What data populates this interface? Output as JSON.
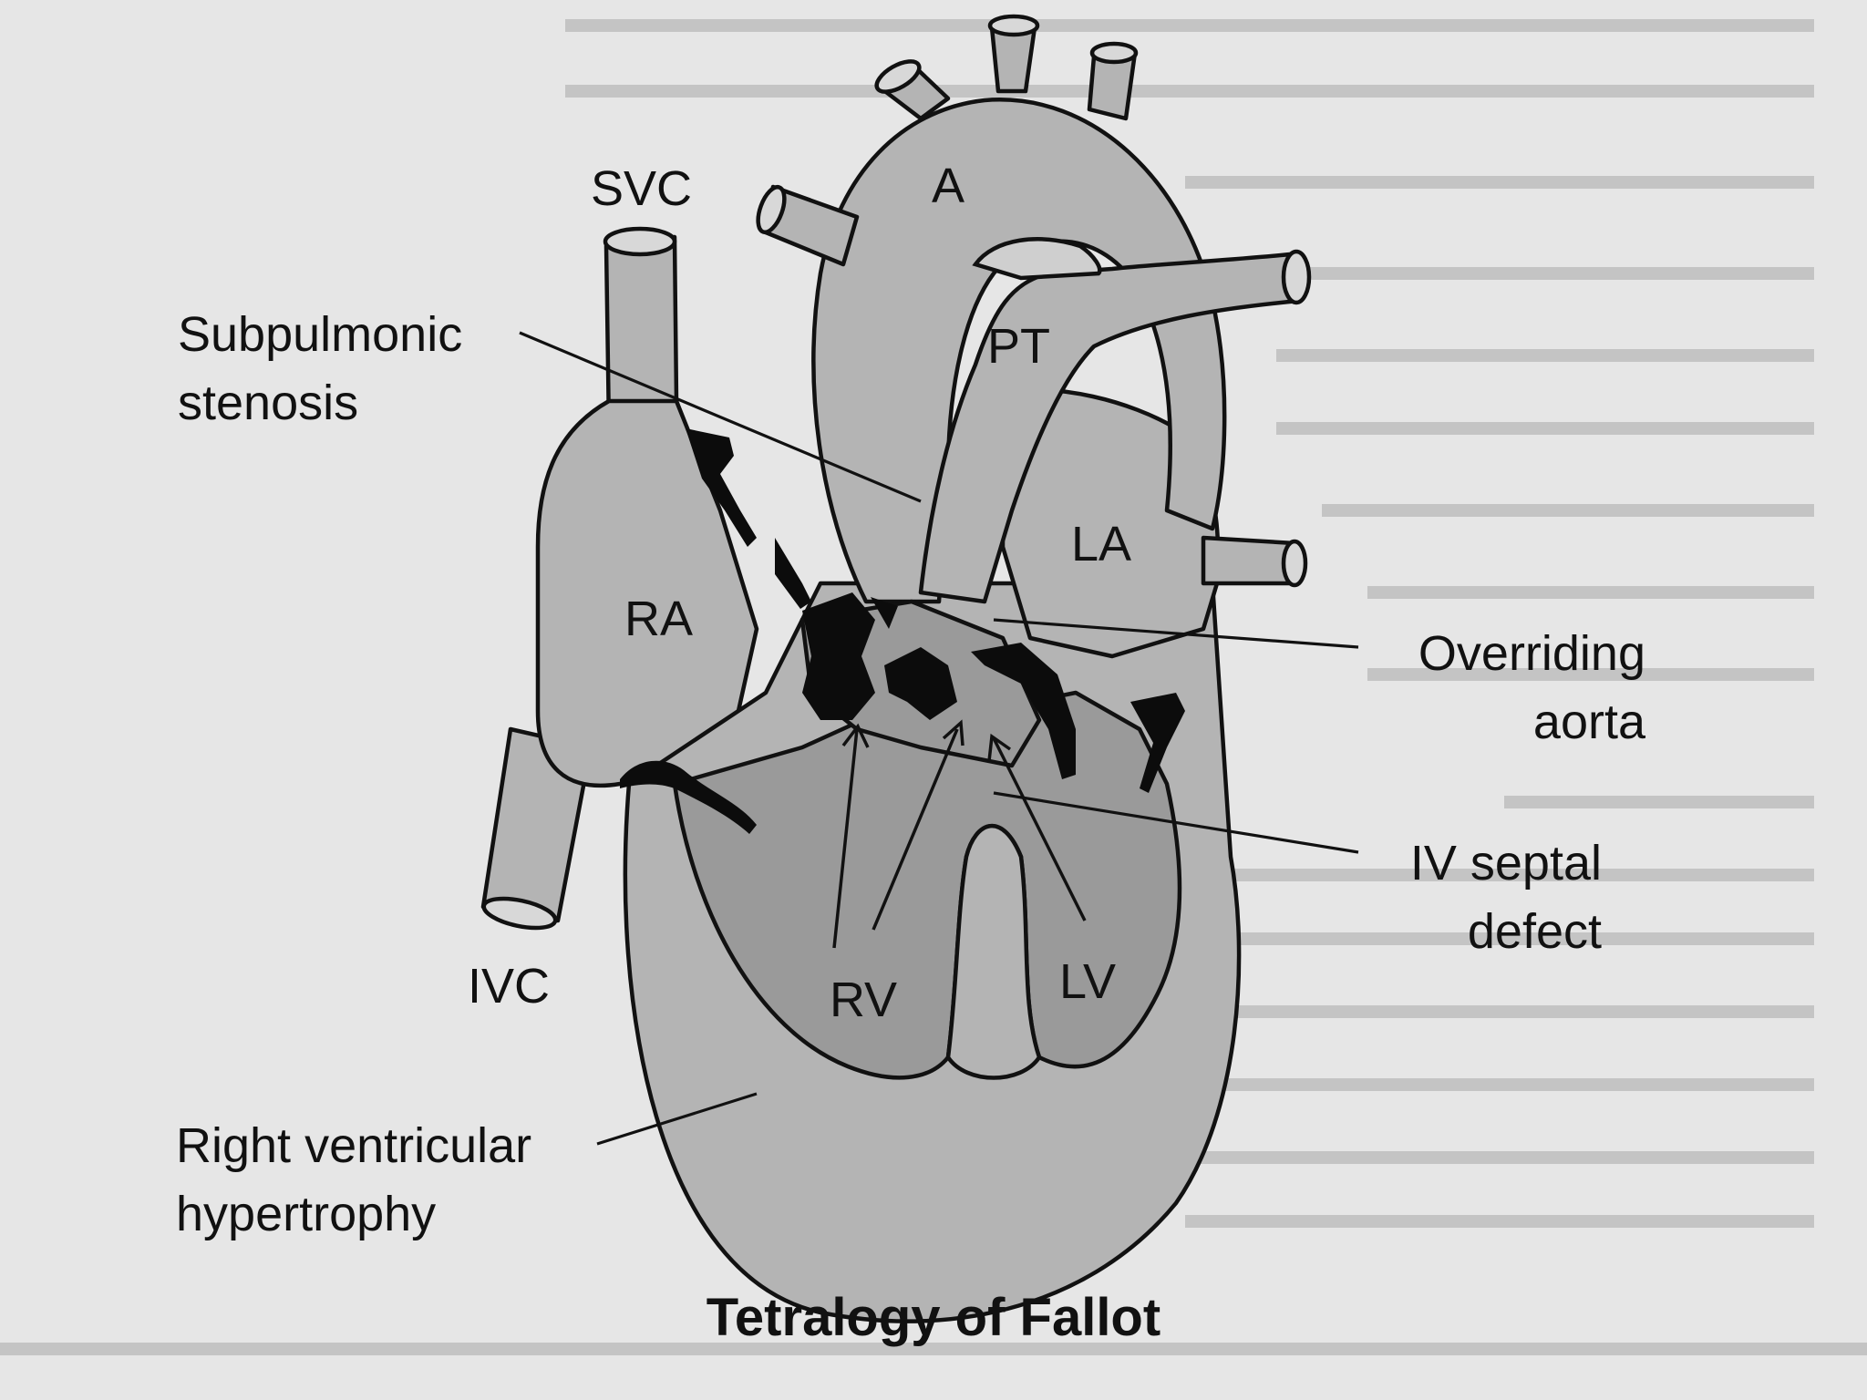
{
  "title": "Tetralogy of Fallot",
  "chambers": {
    "aorta": "A",
    "pulmonary_trunk": "PT",
    "right_atrium": "RA",
    "left_atrium": "LA",
    "right_ventricle": "RV",
    "left_ventricle": "LV"
  },
  "vessels": {
    "superior_vena_cava": "SVC",
    "inferior_vena_cava": "IVC"
  },
  "annotations": {
    "subpulmonic_stenosis": [
      "Subpulmonic",
      "stenosis"
    ],
    "overriding_aorta": [
      "Overriding",
      "aorta"
    ],
    "iv_septal_defect": [
      "IV septal",
      "defect"
    ],
    "right_ventricular_hypertrophy": [
      "Right ventricular",
      "hypertrophy"
    ]
  }
}
